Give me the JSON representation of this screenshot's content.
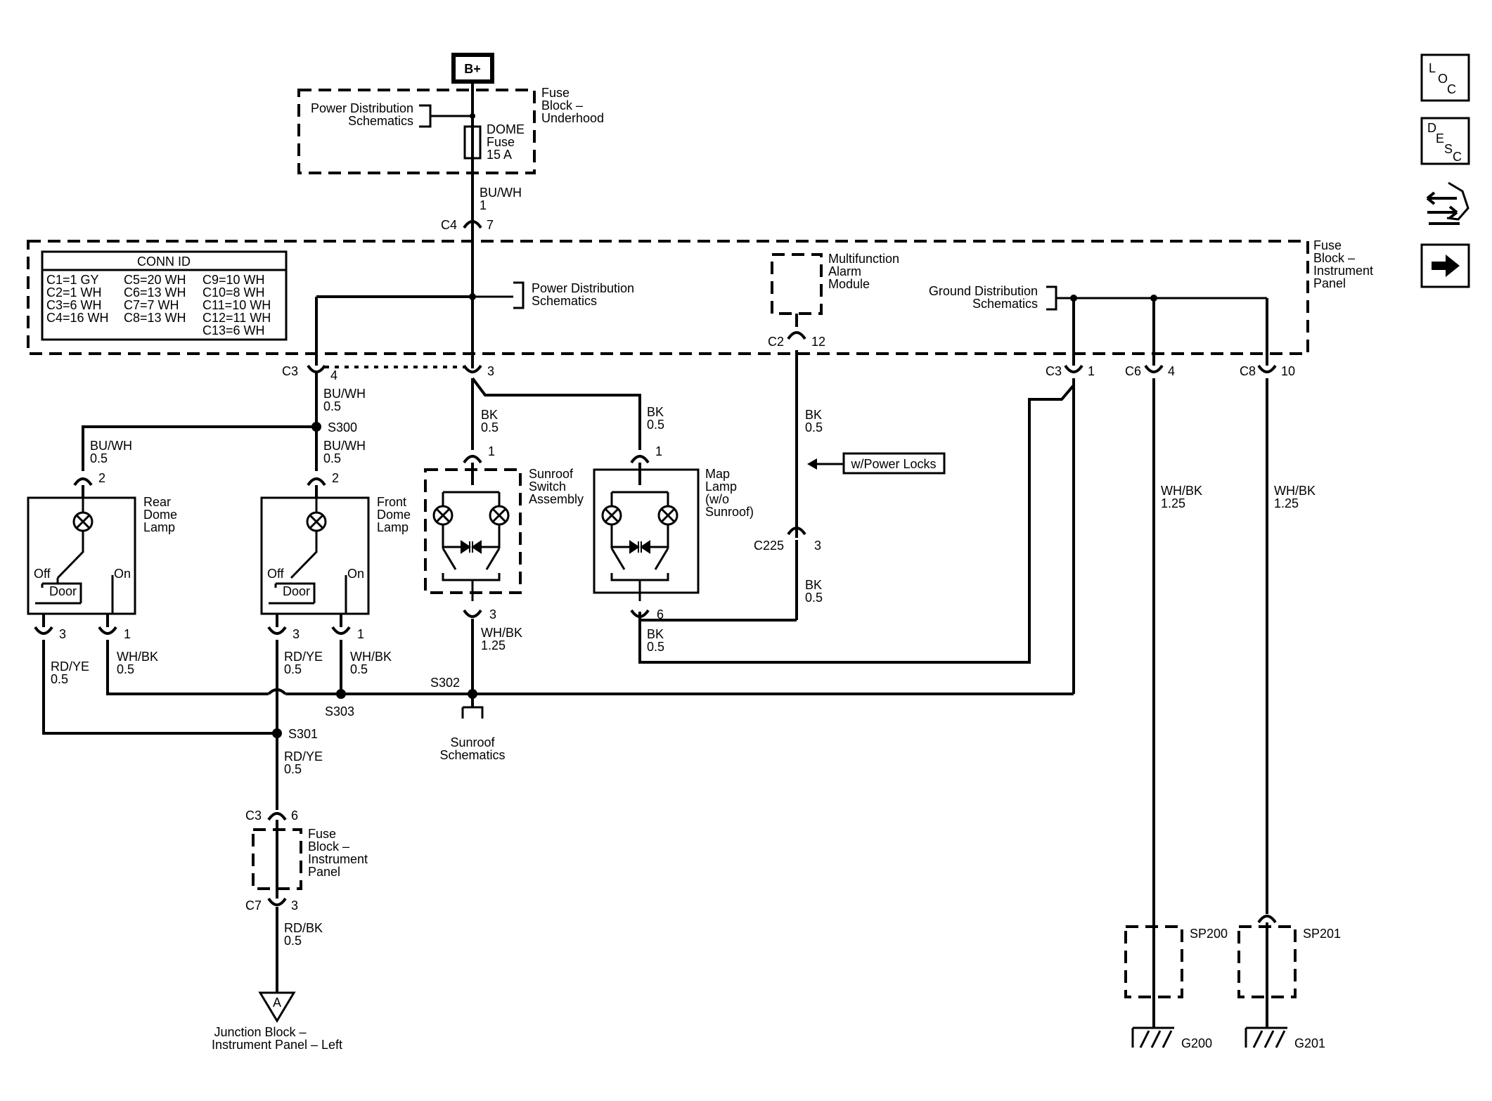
{
  "battery": "B+",
  "fuse_block_underhood": [
    "Fuse",
    "Block –",
    "Underhood"
  ],
  "power_distribution_top": [
    "Power Distribution",
    "Schematics"
  ],
  "dome_fuse": [
    "DOME",
    "Fuse",
    "15 A"
  ],
  "wire_top": [
    "BU/WH",
    "1"
  ],
  "c4": {
    "name": "C4",
    "pin": "7"
  },
  "conn_id": {
    "title": "CONN ID",
    "col1": [
      "C1=1 GY",
      "C2=1 WH",
      "C3=6 WH",
      "C4=16 WH"
    ],
    "col2": [
      "C5=20 WH",
      "C6=13 WH",
      "C7=7 WH",
      "C8=13 WH"
    ],
    "col3": [
      "C9=10 WH",
      "C10=8 WH",
      "C11=10 WH",
      "C12=11 WH",
      "C13=6 WH"
    ]
  },
  "power_distribution_mid": [
    "Power Distribution",
    "Schematics"
  ],
  "alarm_module": [
    "Multifunction",
    "Alarm",
    "Module"
  ],
  "ground_distribution": [
    "Ground Distribution",
    "Schematics"
  ],
  "fuse_block_ip": [
    "Fuse",
    "Block –",
    "Instrument",
    "Panel"
  ],
  "c2": {
    "name": "C2",
    "pin": "12"
  },
  "c3_left": {
    "name": "C3",
    "pin": "4"
  },
  "c3_center_pin": "3",
  "c3_right": {
    "name": "C3",
    "pin": "1"
  },
  "c6": {
    "name": "C6",
    "pin": "4"
  },
  "c8": {
    "name": "C8",
    "pin": "10"
  },
  "wire_s300_top": [
    "BU/WH",
    "0.5"
  ],
  "s300": "S300",
  "wire_rear_bu": [
    "BU/WH",
    "0.5"
  ],
  "wire_front_bu": [
    "BU/WH",
    "0.5"
  ],
  "wire_bk_sunroof": [
    "BK",
    "0.5"
  ],
  "wire_bk_map": [
    "BK",
    "0.5"
  ],
  "wire_bk_alarm": [
    "BK",
    "0.5"
  ],
  "power_locks": "w/Power Locks",
  "c225": {
    "name": "C225",
    "pin": "3"
  },
  "wire_bk_c225": [
    "BK",
    "0.5"
  ],
  "wire_whbk_c6": [
    "WH/BK",
    "1.25"
  ],
  "wire_whbk_c8": [
    "WH/BK",
    "1.25"
  ],
  "rear_dome": {
    "label": [
      "Rear",
      "Dome",
      "Lamp"
    ],
    "pin_top": "2",
    "pin_l": "3",
    "pin_r": "1",
    "off": "Off",
    "on": "On",
    "door": "Door"
  },
  "front_dome": {
    "label": [
      "Front",
      "Dome",
      "Lamp"
    ],
    "pin_top": "2",
    "pin_l": "3",
    "pin_r": "1",
    "off": "Off",
    "on": "On",
    "door": "Door"
  },
  "sunroof_switch": {
    "label": [
      "Sunroof",
      "Switch",
      "Assembly"
    ],
    "pin_top": "1",
    "pin_bottom": "3"
  },
  "map_lamp": {
    "label": [
      "Map",
      "Lamp",
      "(w/o",
      "Sunroof)"
    ],
    "pin_top": "1",
    "pin_bottom": "6"
  },
  "wire_rdye_rear": [
    "RD/YE",
    "0.5"
  ],
  "wire_whbk_rear": [
    "WH/BK",
    "0.5"
  ],
  "wire_rdye_front": [
    "RD/YE",
    "0.5"
  ],
  "wire_whbk_front": [
    "WH/BK",
    "0.5"
  ],
  "wire_whbk_sunroof": [
    "WH/BK",
    "1.25"
  ],
  "wire_bk_map_bottom": [
    "BK",
    "0.5"
  ],
  "s302": "S302",
  "s303": "S303",
  "s301": "S301",
  "sunroof_schematics": [
    "Sunroof",
    "Schematics"
  ],
  "wire_rdye_s301": [
    "RD/YE",
    "0.5"
  ],
  "c3_bottom": {
    "name": "C3",
    "pin": "6"
  },
  "fuse_block_ip_bottom": [
    "Fuse",
    "Block –",
    "Instrument",
    "Panel"
  ],
  "c7": {
    "name": "C7",
    "pin": "3"
  },
  "wire_rdbk": [
    "RD/BK",
    "0.5"
  ],
  "junction_letter": "A",
  "junction_block": [
    "Junction Block –",
    "Instrument Panel – Left"
  ],
  "sp200": "SP200",
  "sp201": "SP201",
  "g200": "G200",
  "g201": "G201",
  "nav_loc": [
    "L",
    "O",
    "C"
  ],
  "nav_desc": [
    "D",
    "E",
    "S",
    "C"
  ]
}
